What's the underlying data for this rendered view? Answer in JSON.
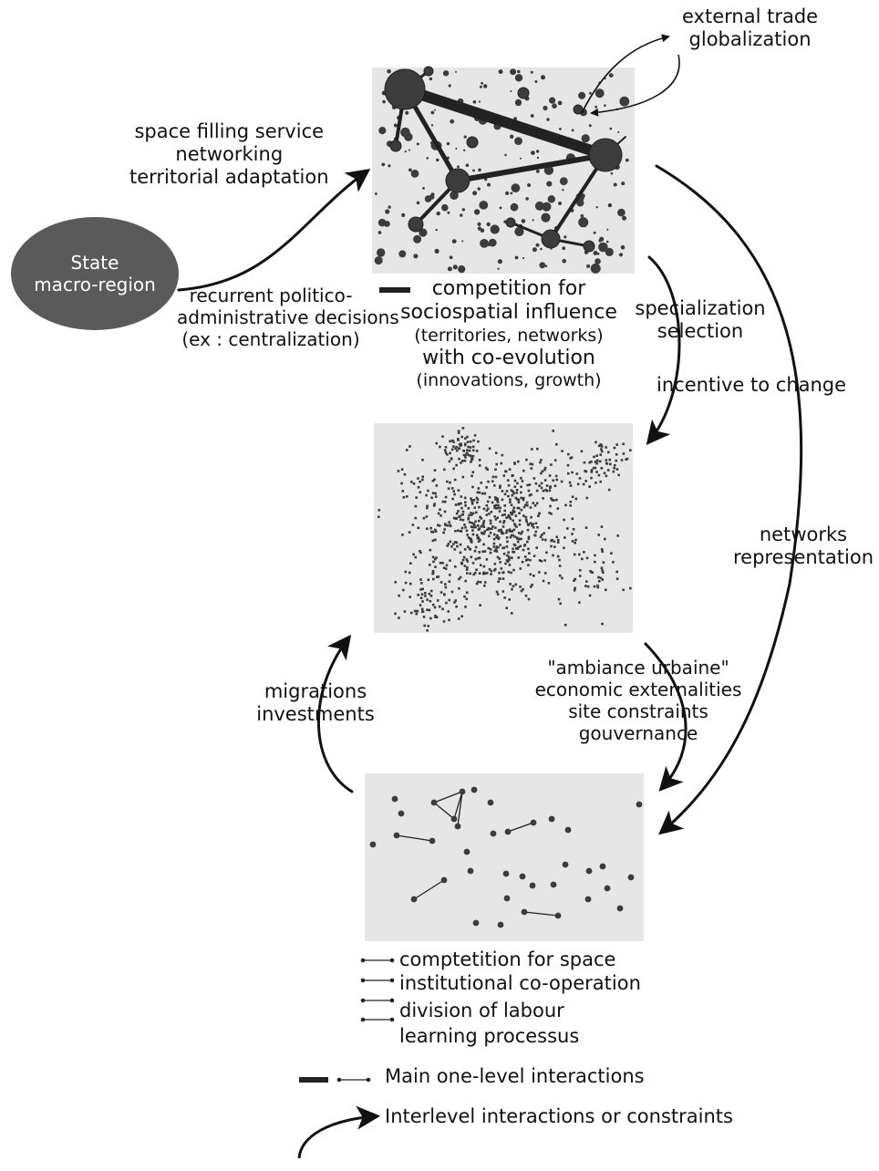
{
  "top_right": {
    "lines": [
      "external trade",
      "globalization"
    ]
  },
  "top_left": {
    "lines": [
      "space filling service",
      "networking",
      "territorial adaptation"
    ]
  },
  "state": {
    "lines": [
      "State",
      "macro-region"
    ]
  },
  "state_decisions": {
    "lines": [
      "recurrent politico-",
      "administrative decisions",
      "(ex : centralization)"
    ]
  },
  "competition": {
    "title_lines": [
      "competition for",
      "sociospatial influence"
    ],
    "sub1": "(territories, networks)",
    "line3": "with co-evolution",
    "sub2": "(innovations, growth)"
  },
  "specialization": {
    "lines": [
      "specialization",
      "selection"
    ]
  },
  "incentive": "incentive to change",
  "networks_rep": {
    "lines": [
      "networks",
      "representation"
    ]
  },
  "ambiance": {
    "lines": [
      "\"ambiance urbaine\"",
      "economic externalities",
      "site constraints",
      "gouvernance"
    ]
  },
  "migrations": {
    "lines": [
      "migrations",
      "investments"
    ]
  },
  "legend_small": [
    "comptetition for space",
    "institutional co-operation",
    "division of labour",
    "learning processus"
  ],
  "legend_main": [
    "Main one-level interactions",
    "Interlevel interactions or constraints"
  ],
  "colors": {
    "panel": "#e6e6e6",
    "dot": "#3c3c3c",
    "state_fill": "#5a5a5a",
    "ink": "#111111"
  }
}
